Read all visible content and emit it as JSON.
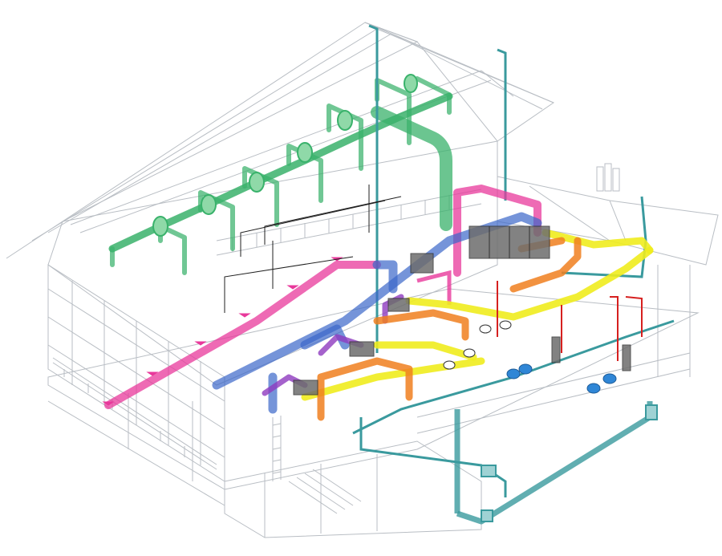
{
  "colors": {
    "background": "#ffffff",
    "building_lines": "#b9bec4",
    "building_fill": "#f3f5f7",
    "supply_air": "#39b26b",
    "supply_air_light": "#8fd9a8",
    "exhaust_air": "#e8389b",
    "exhaust_air_light": "#f7a9d2",
    "return_air": "#3a67c9",
    "return_air_light": "#9bb3ea",
    "hot_water": "#f07f1e",
    "hot_water_light": "#f9c08a",
    "cold_water": "#f0ec1e",
    "cold_water_light": "#f9f6a0",
    "drainage": "#3a9a9e",
    "drainage_light": "#9fd2d4",
    "ventilation_vertical": "#8e3bbf",
    "fire_line": "#d6201f",
    "fixtures": "#2f86d6",
    "equipment": "#6d6d6d",
    "control_lines": "#1f1f1f"
  },
  "systems": [
    {
      "name": "supply_air",
      "icon": "duct-icon"
    },
    {
      "name": "exhaust_air",
      "icon": "duct-icon"
    },
    {
      "name": "return_air",
      "icon": "duct-icon"
    },
    {
      "name": "hot_water",
      "icon": "pipe-icon"
    },
    {
      "name": "cold_water",
      "icon": "pipe-icon"
    },
    {
      "name": "drainage",
      "icon": "pipe-icon"
    },
    {
      "name": "fire_protection",
      "icon": "pipe-icon"
    }
  ]
}
